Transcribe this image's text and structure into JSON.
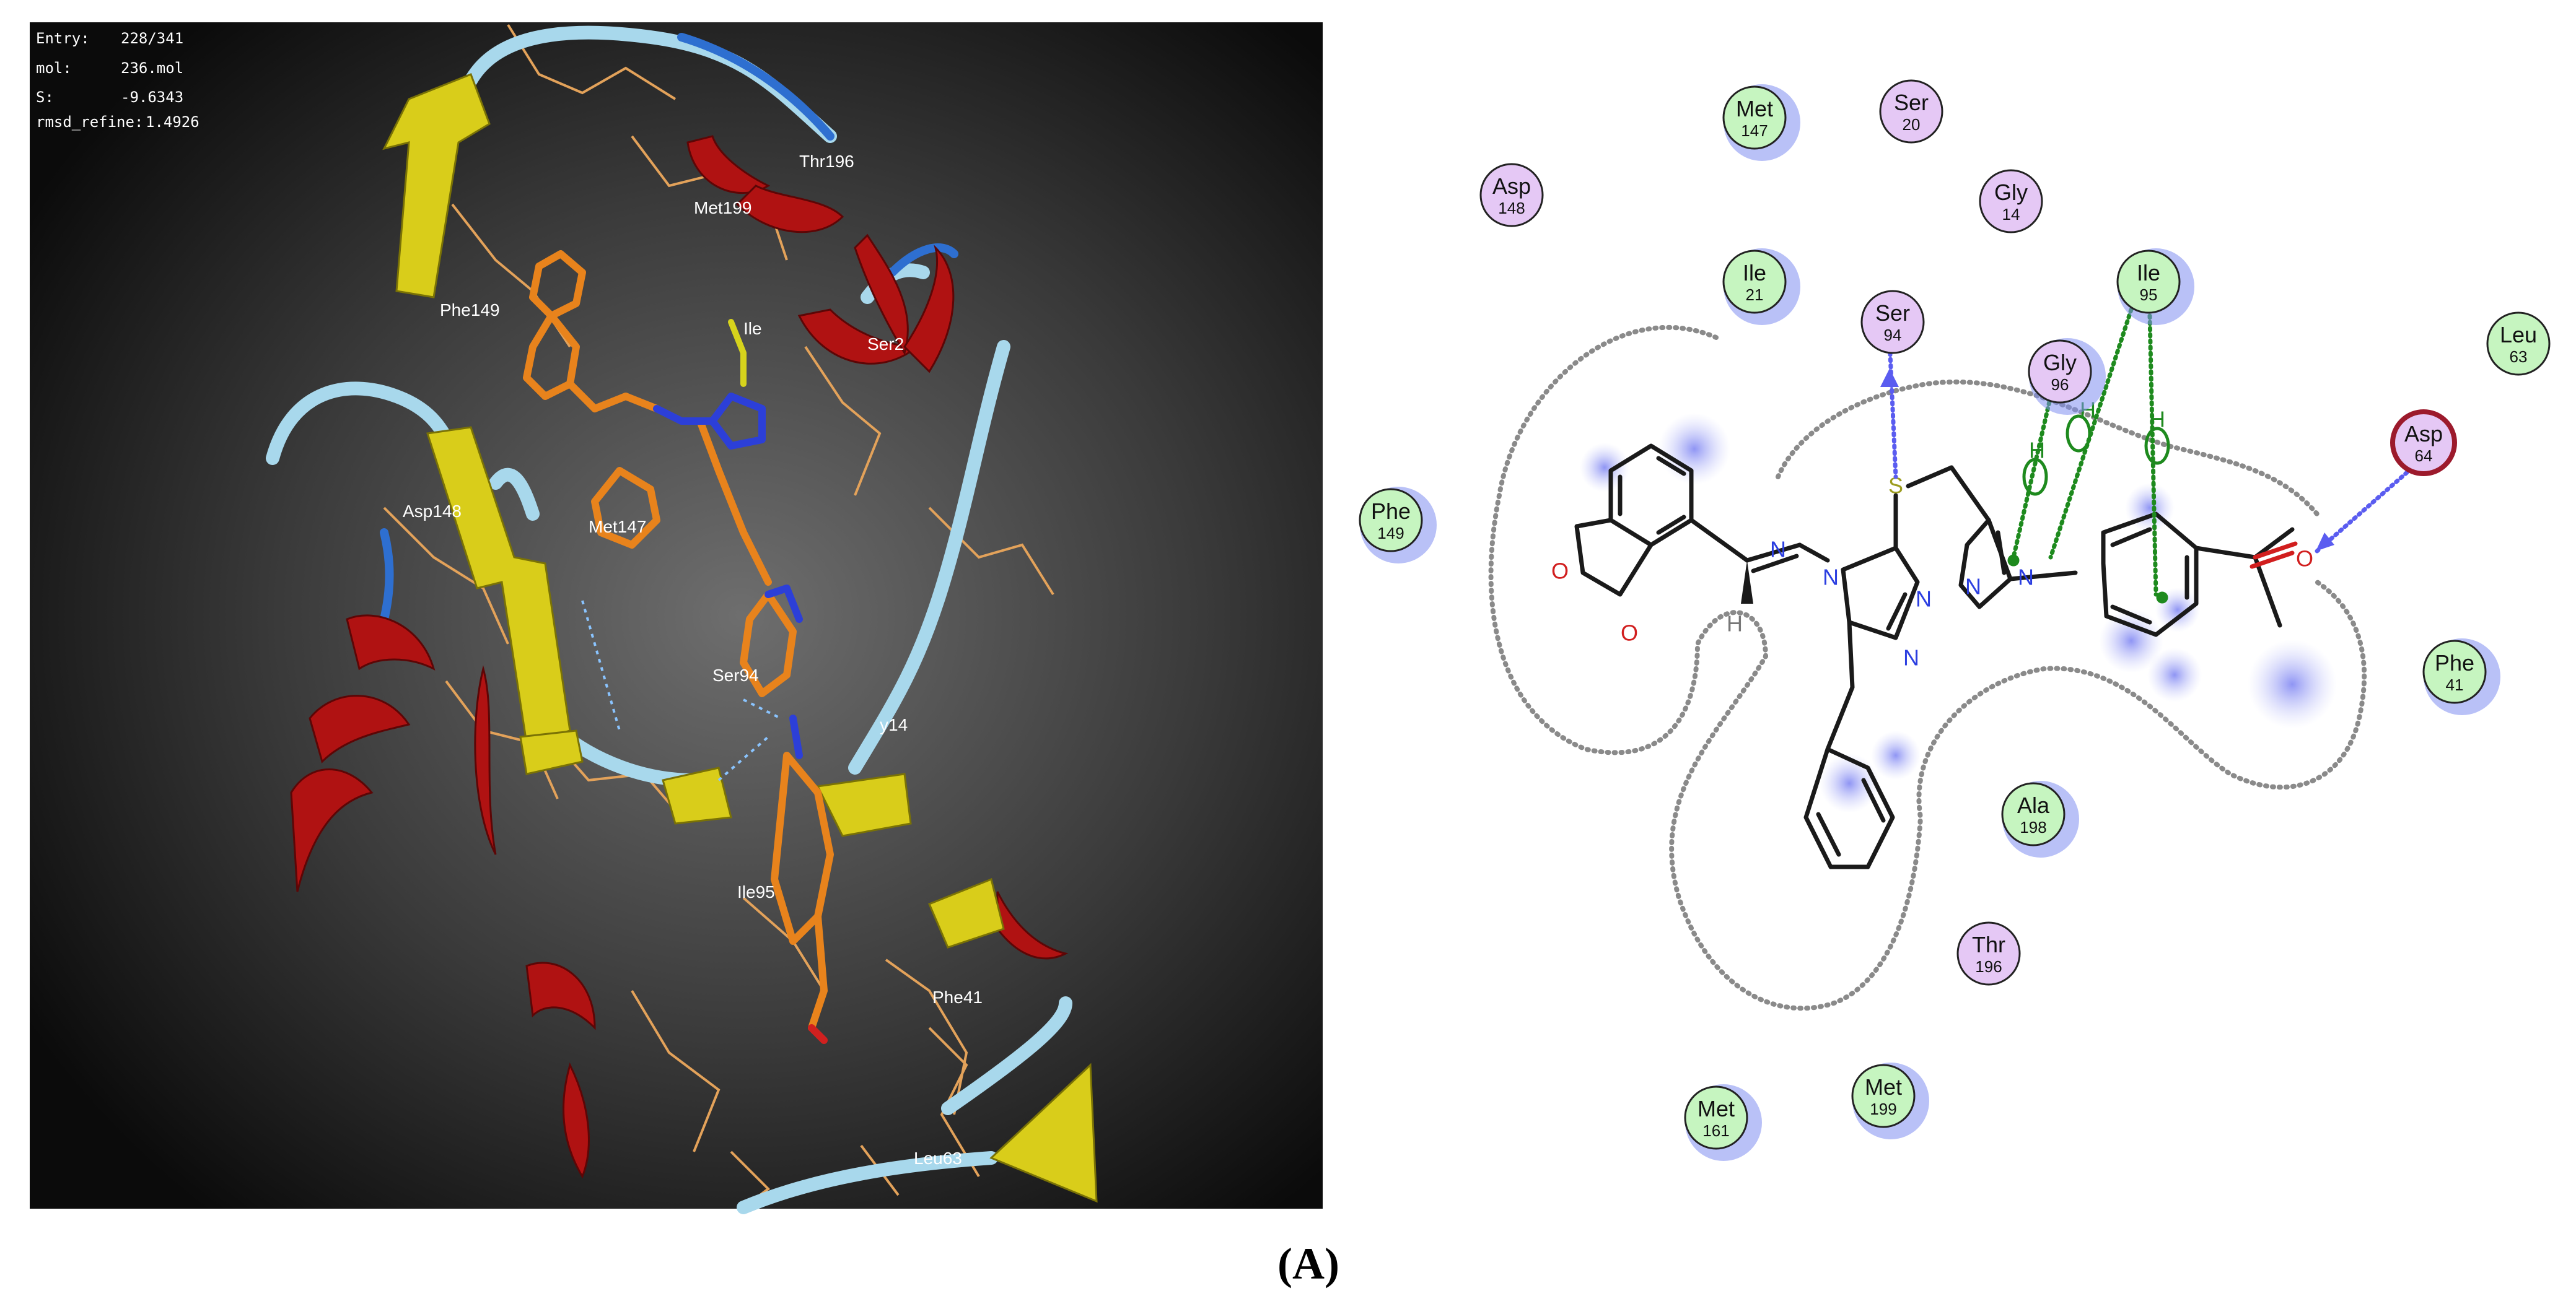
{
  "docking_info": [
    {
      "key": "Entry:",
      "value": "228/341"
    },
    {
      "key": "mol:",
      "value": "236.mol"
    },
    {
      "key": "S:",
      "value": "-9.6343"
    },
    {
      "key": "rmsd_refine:",
      "value": "1.4926"
    }
  ],
  "labels_3d": [
    "Thr196",
    "Met199",
    "Phe149",
    "Asp148",
    "Met147",
    "Ser94",
    "Ile95",
    "Phe41",
    "Leu63",
    "Ser2",
    "y14",
    "Ile"
  ],
  "residues_2d": [
    {
      "name": "Met",
      "num": "147",
      "type": "hydrophobic"
    },
    {
      "name": "Ser",
      "num": "20",
      "type": "polar"
    },
    {
      "name": "Asp",
      "num": "148",
      "type": "polar"
    },
    {
      "name": "Gly",
      "num": "14",
      "type": "polar"
    },
    {
      "name": "Ile",
      "num": "21",
      "type": "hydrophobic"
    },
    {
      "name": "Ile",
      "num": "95",
      "type": "hydrophobic"
    },
    {
      "name": "Ser",
      "num": "94",
      "type": "polar"
    },
    {
      "name": "Gly",
      "num": "96",
      "type": "polar"
    },
    {
      "name": "Leu",
      "num": "63",
      "type": "hydrophobic"
    },
    {
      "name": "Asp",
      "num": "64",
      "type": "acidic"
    },
    {
      "name": "Phe",
      "num": "149",
      "type": "hydrophobic"
    },
    {
      "name": "Phe",
      "num": "41",
      "type": "hydrophobic"
    },
    {
      "name": "Ala",
      "num": "198",
      "type": "hydrophobic"
    },
    {
      "name": "Thr",
      "num": "196",
      "type": "polar"
    },
    {
      "name": "Met",
      "num": "161",
      "type": "hydrophobic"
    },
    {
      "name": "Met",
      "num": "199",
      "type": "hydrophobic"
    }
  ],
  "atoms_2d": [
    "O",
    "O",
    "H",
    "N",
    "S",
    "N",
    "N",
    "N",
    "N",
    "N",
    "O"
  ],
  "pi_h_label": "H",
  "panel_label": "(A)",
  "colors": {
    "hydrophobic": "#c6f5c0",
    "polar": "#e5c8f5",
    "acidic": "#e5c8f5",
    "acidic_ring": "#9c1a2c",
    "hbond": "#5a5cf0",
    "pi_h": "#1e8a1e",
    "pocket": "#8a8a8a"
  }
}
